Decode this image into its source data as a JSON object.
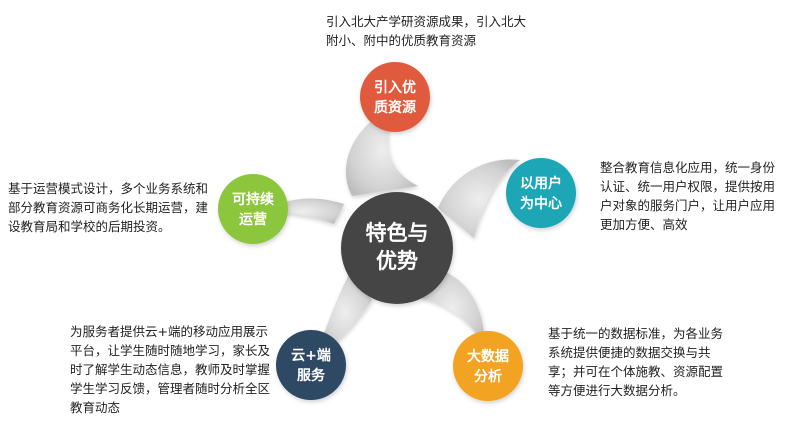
{
  "center": {
    "line1": "特色与",
    "line2": "优势",
    "color": "#454545"
  },
  "nodes": {
    "quality": {
      "line1": "引入优",
      "line2": "质资源",
      "color": "#e05a3c"
    },
    "user": {
      "line1": "以用户",
      "line2": "为中心",
      "color": "#1aa6b6"
    },
    "bigdata": {
      "line1": "大数据",
      "line2": "分析",
      "color": "#f2a322"
    },
    "cloud": {
      "line1": "云+端",
      "line2": "服务",
      "color": "#2e4a63"
    },
    "sustain": {
      "line1": "可持续",
      "line2": "运营",
      "color": "#8cc63e"
    }
  },
  "descriptions": {
    "quality": "引入北大产学研资源成果，引入北大附小、附中的优质教育资源",
    "user": "整合教育信息化应用，统一身份认证、统一用户权限，提供按用户对象的服务门户，让用户应用更加方便、高效",
    "bigdata": "基于统一的数据标准，为各业务系统提供便捷的数据交换与共享；并可在个体施教、资源配置等方便进行大数据分析。",
    "cloud": "为服务者提供云+端的移动应用展示平台，让学生随时随地学习，家长及时了解学生动态信息，教师及时掌握学生学习反馈，管理者随时分析全区教育动态",
    "sustain": "基于运营模式设计，多个业务系统和部分教育资源可商务化长期运营，建设教育局和学校的后期投资。"
  }
}
